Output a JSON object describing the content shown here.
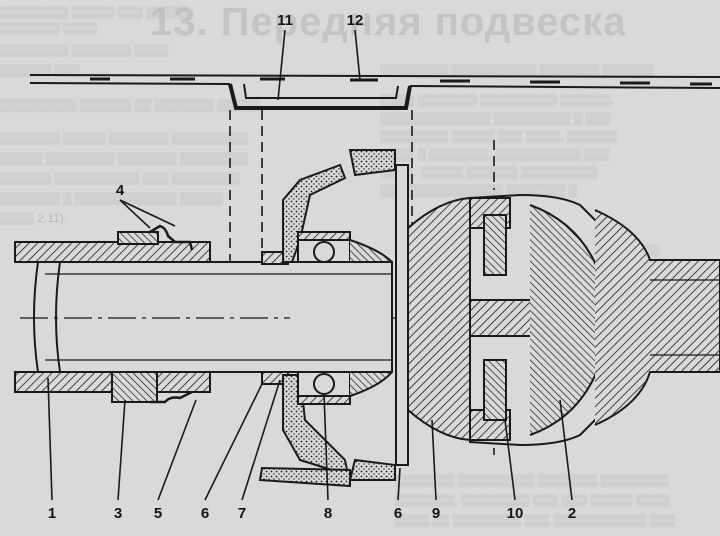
{
  "background_heading": "13. Передняя подвеска",
  "callouts": [
    "1",
    "3",
    "5",
    "6",
    "7",
    "8",
    "6",
    "9",
    "10",
    "2",
    "4",
    "11",
    "12"
  ],
  "colors": {
    "paper": "#d9d9d9",
    "ink": "#1a1a1a",
    "faint_text": "#bdbdbd"
  }
}
